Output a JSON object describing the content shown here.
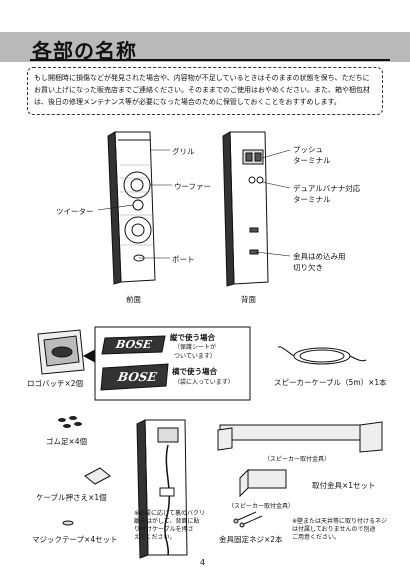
{
  "header": {
    "title": "各部の名称"
  },
  "notice": {
    "text": "もし開梱時に損傷などが発見された場合や、内容物が不足しているときはそのままの状態を保ち、ただちにお買い上げになった販売店までご連絡ください。そのままでのご使用はおやめください。また、箱や梱包材は、後日の修理メンテナンス等が必要になった場合のために保管しておくことをおすすめします。"
  },
  "front": {
    "label_grille": "グリル",
    "label_woofer": "ウーファー",
    "label_tweeter": "ツイーター",
    "label_port": "ポート",
    "caption": "前面"
  },
  "back": {
    "label_push": "プッシュ\nターミナル",
    "label_dual": "デュアルバナナ対応\nターミナル",
    "label_notch": "金具はめ込み用\n切り欠き",
    "caption": "背面"
  },
  "accessories": {
    "badge_vertical_title": "縦で使う場合",
    "badge_vertical_note": "（保護シートが\nついています）",
    "badge_horizontal_title": "横で使う場合",
    "badge_horizontal_note": "（袋に入っています）",
    "logo_badge": "ロゴバッチ×2個",
    "speaker_cable": "スピーカーケーブル（5m）×1本",
    "rubber_feet": "ゴム足×4個",
    "cable_clamp": "ケーブル押さえ×1個",
    "magic_tape": "マジックテープ×4セット",
    "bracket_speaker_side": "（スピーカー取付金具）",
    "bracket_wall_side": "（スピーカー取付金具）",
    "mounting_bracket": "取付金具×1セット",
    "fixing_screw": "金具固定ネジ×2本",
    "note_clamp": "※必要に応じて裏のバクリ\n離をはがして、背面に貼\nり付けケーブルを押さ\nえてください。",
    "note_screw": "※壁または天井等に取り付けるネジ\nは付属しておりませんので別途\nご用意ください。"
  },
  "page": {
    "number": "4"
  },
  "logo": {
    "text": "BOSE"
  }
}
